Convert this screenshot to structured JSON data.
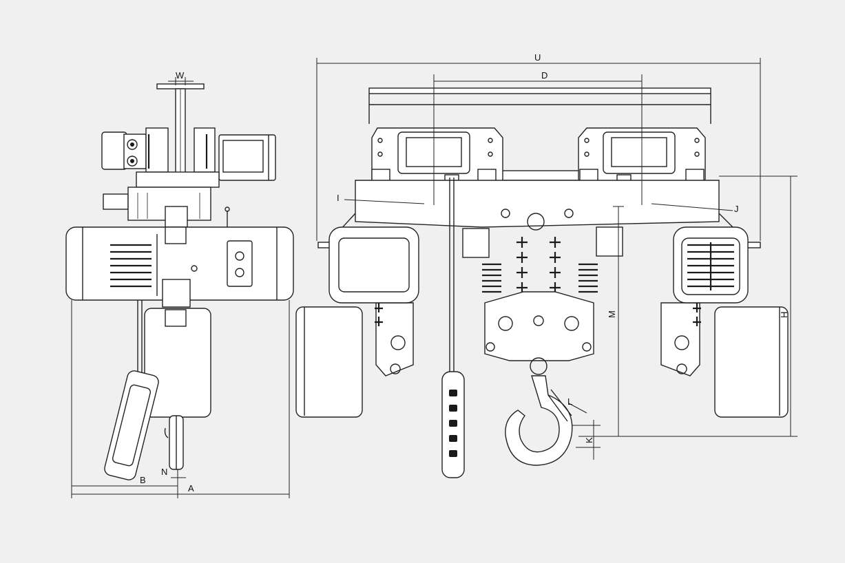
{
  "dimension_labels": {
    "U": "U",
    "D": "D",
    "W": "W",
    "I": "I",
    "J": "J",
    "M": "M",
    "H": "H",
    "L": "L",
    "K": "K",
    "B": "B",
    "N": "N",
    "A": "A"
  }
}
